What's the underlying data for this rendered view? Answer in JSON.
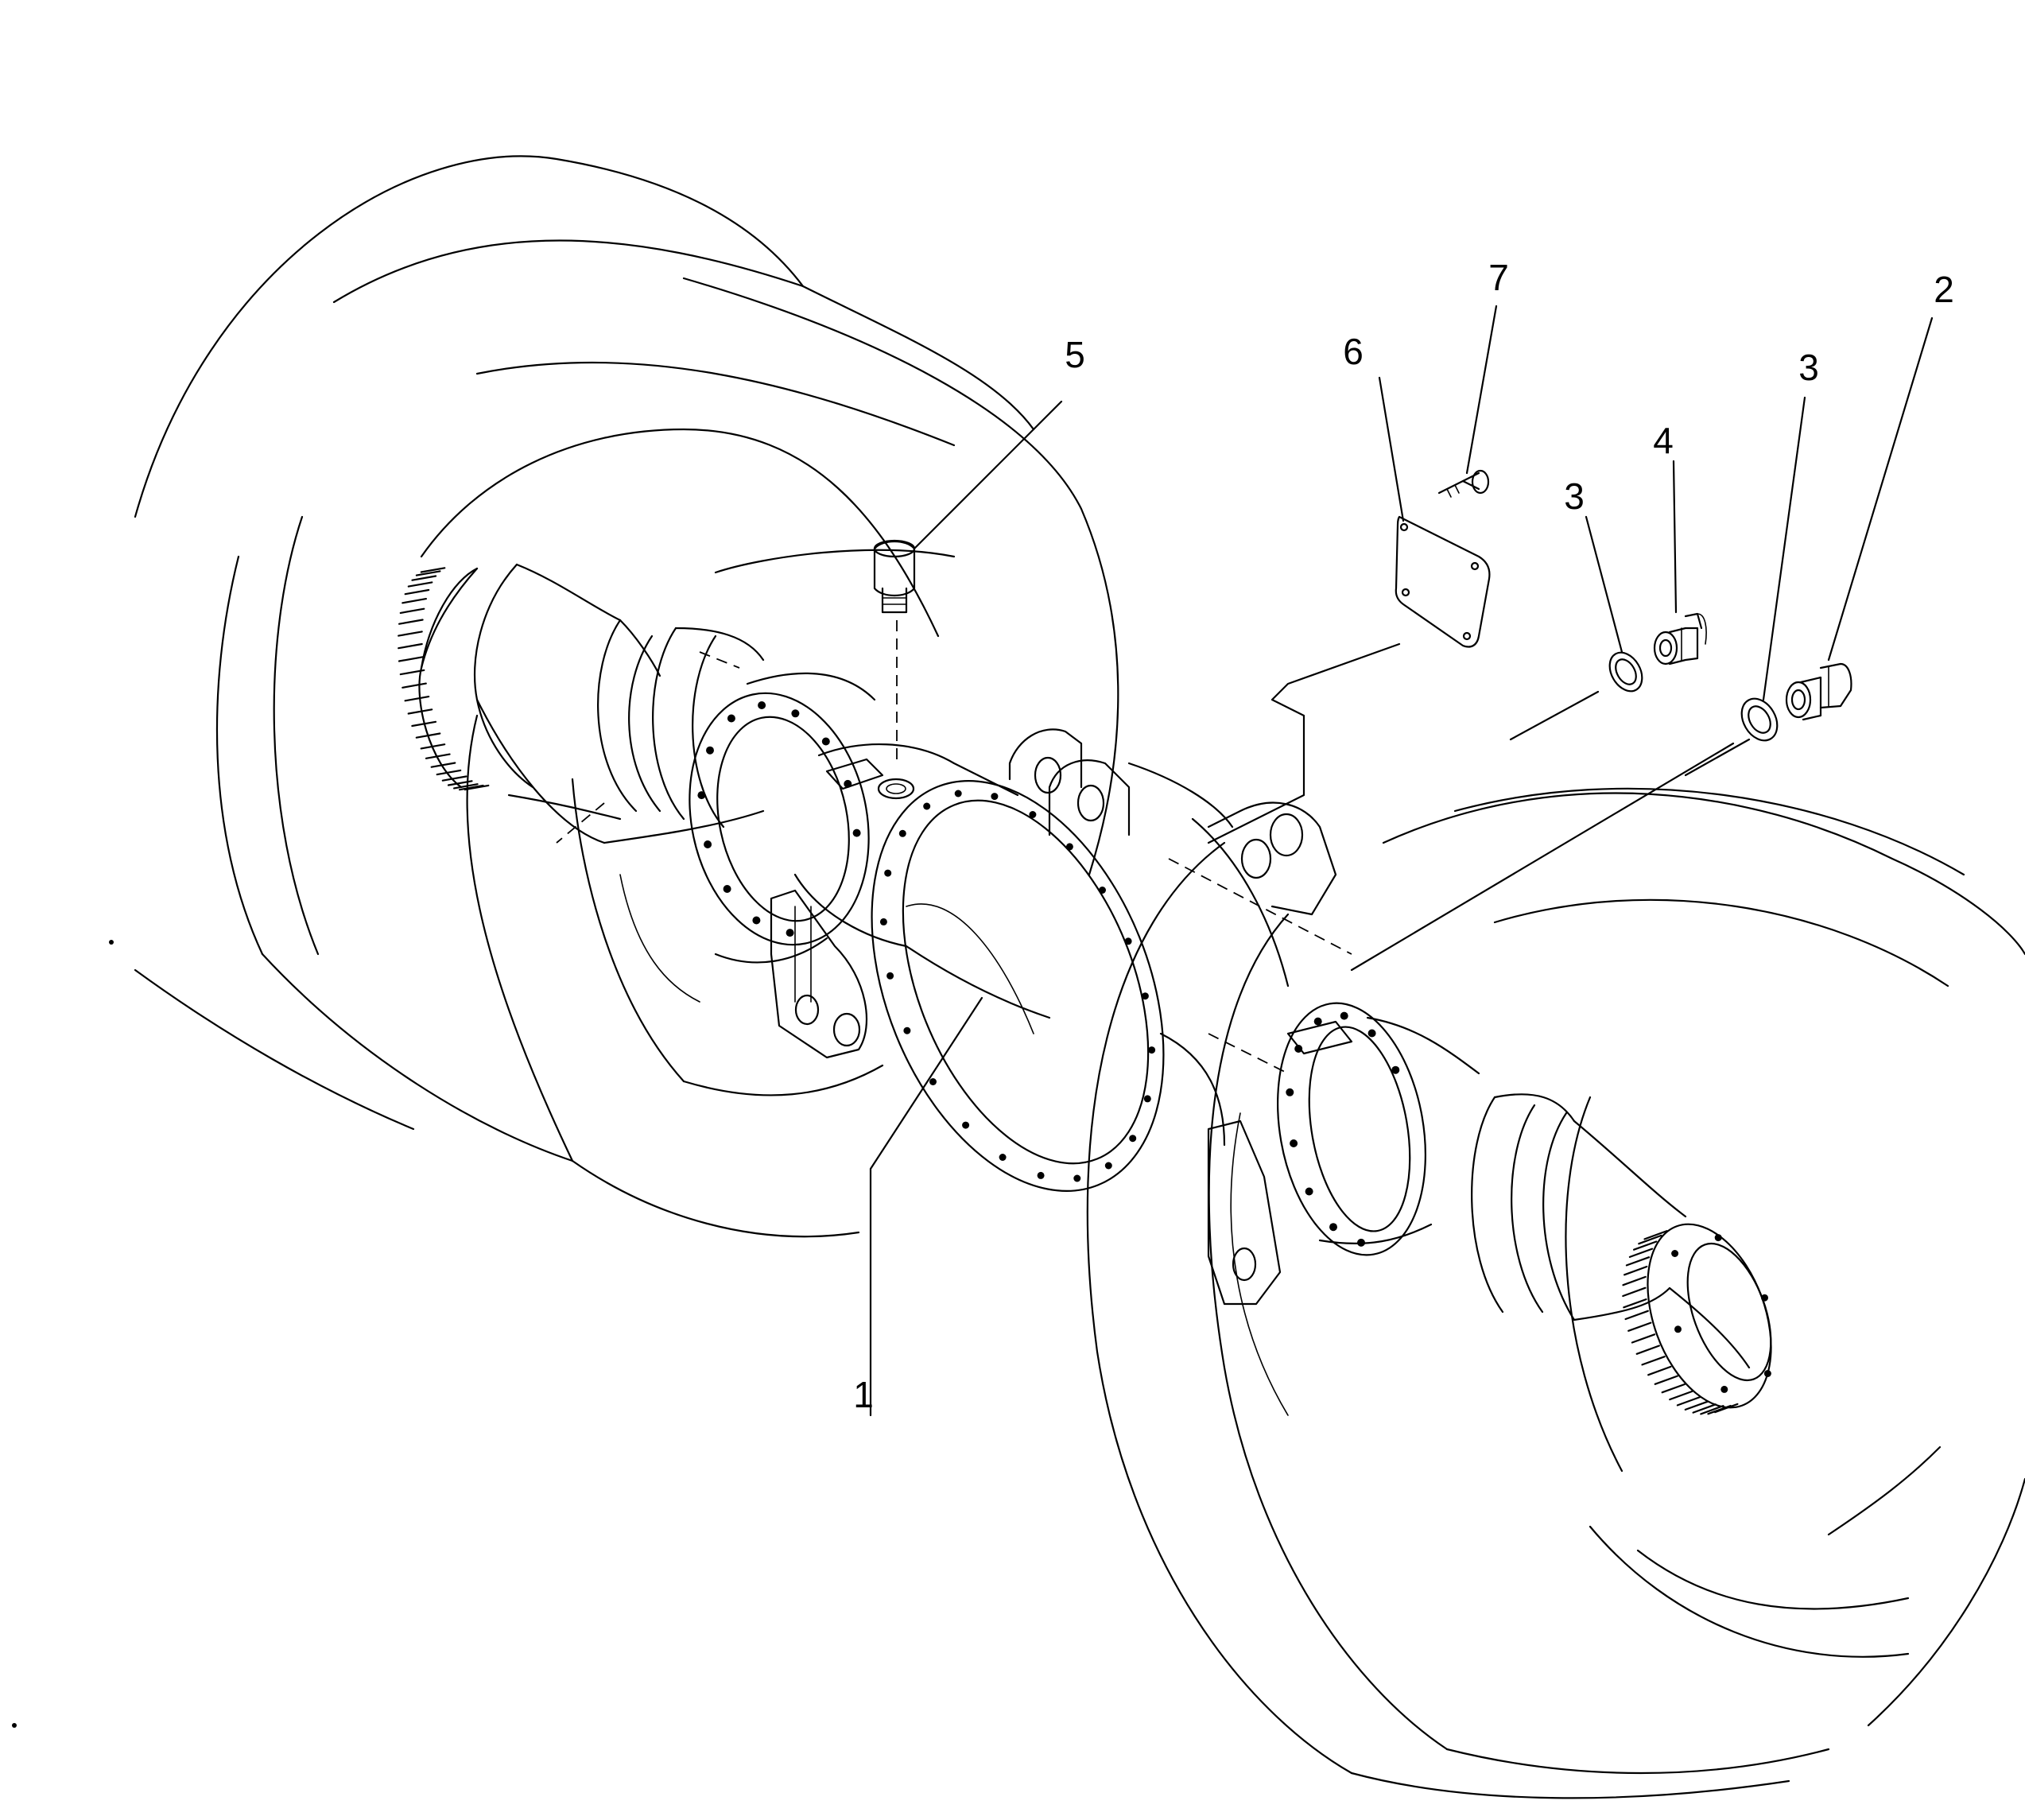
{
  "diagram": {
    "type": "exploded-parts-diagram",
    "callouts": [
      {
        "id": "c1",
        "label": "1"
      },
      {
        "id": "c2",
        "label": "2"
      },
      {
        "id": "c3a",
        "label": "3"
      },
      {
        "id": "c3b",
        "label": "3"
      },
      {
        "id": "c4",
        "label": "4"
      },
      {
        "id": "c5",
        "label": "5"
      },
      {
        "id": "c6",
        "label": "6"
      },
      {
        "id": "c7",
        "label": "7"
      }
    ]
  }
}
